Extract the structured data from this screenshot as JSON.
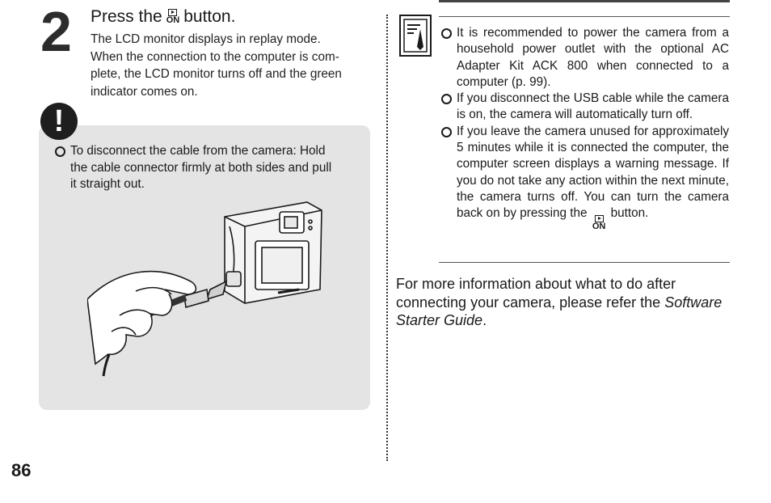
{
  "step": {
    "number": "2",
    "title_before": "Press the",
    "title_after": "button.",
    "on_label": "ON",
    "body": [
      "The LCD monitor displays in replay mode.",
      "When the connection to the computer is com-",
      "plete, the LCD monitor turns off and the green",
      "indicator comes on."
    ]
  },
  "caution": {
    "icon": "caution-icon",
    "icon_glyph": "!",
    "lines": [
      "To disconnect the cable from the camera: Hold",
      "the cable connector firmly at both sides and pull",
      "it straight out."
    ]
  },
  "notes": {
    "icon": "memo-icon",
    "items": [
      "It is recommended to power the camera from a household power outlet with the optional AC Adapter Kit ACK 800 when connected to a computer (p. 99).",
      "If you disconnect the USB cable while the camera is on, the camera will automatically turn off."
    ],
    "last_item_text": "If you leave the camera unused for approximately 5 minutes while it is connected the computer, the computer screen displays a warning message. If you do not take any action within the next minute, the camera turns off. You can turn the camera back on by pressing the",
    "last_item_suffix": "button.",
    "on_label": "ON"
  },
  "footer_paragraph": {
    "text": "For more information about what to do after connecting your camera, please refer the",
    "italic": "Software Starter Guide",
    "end": "."
  },
  "page_number": "86",
  "colors": {
    "caution_panel": "#e4e4e4",
    "text": "#1a1a1a"
  }
}
